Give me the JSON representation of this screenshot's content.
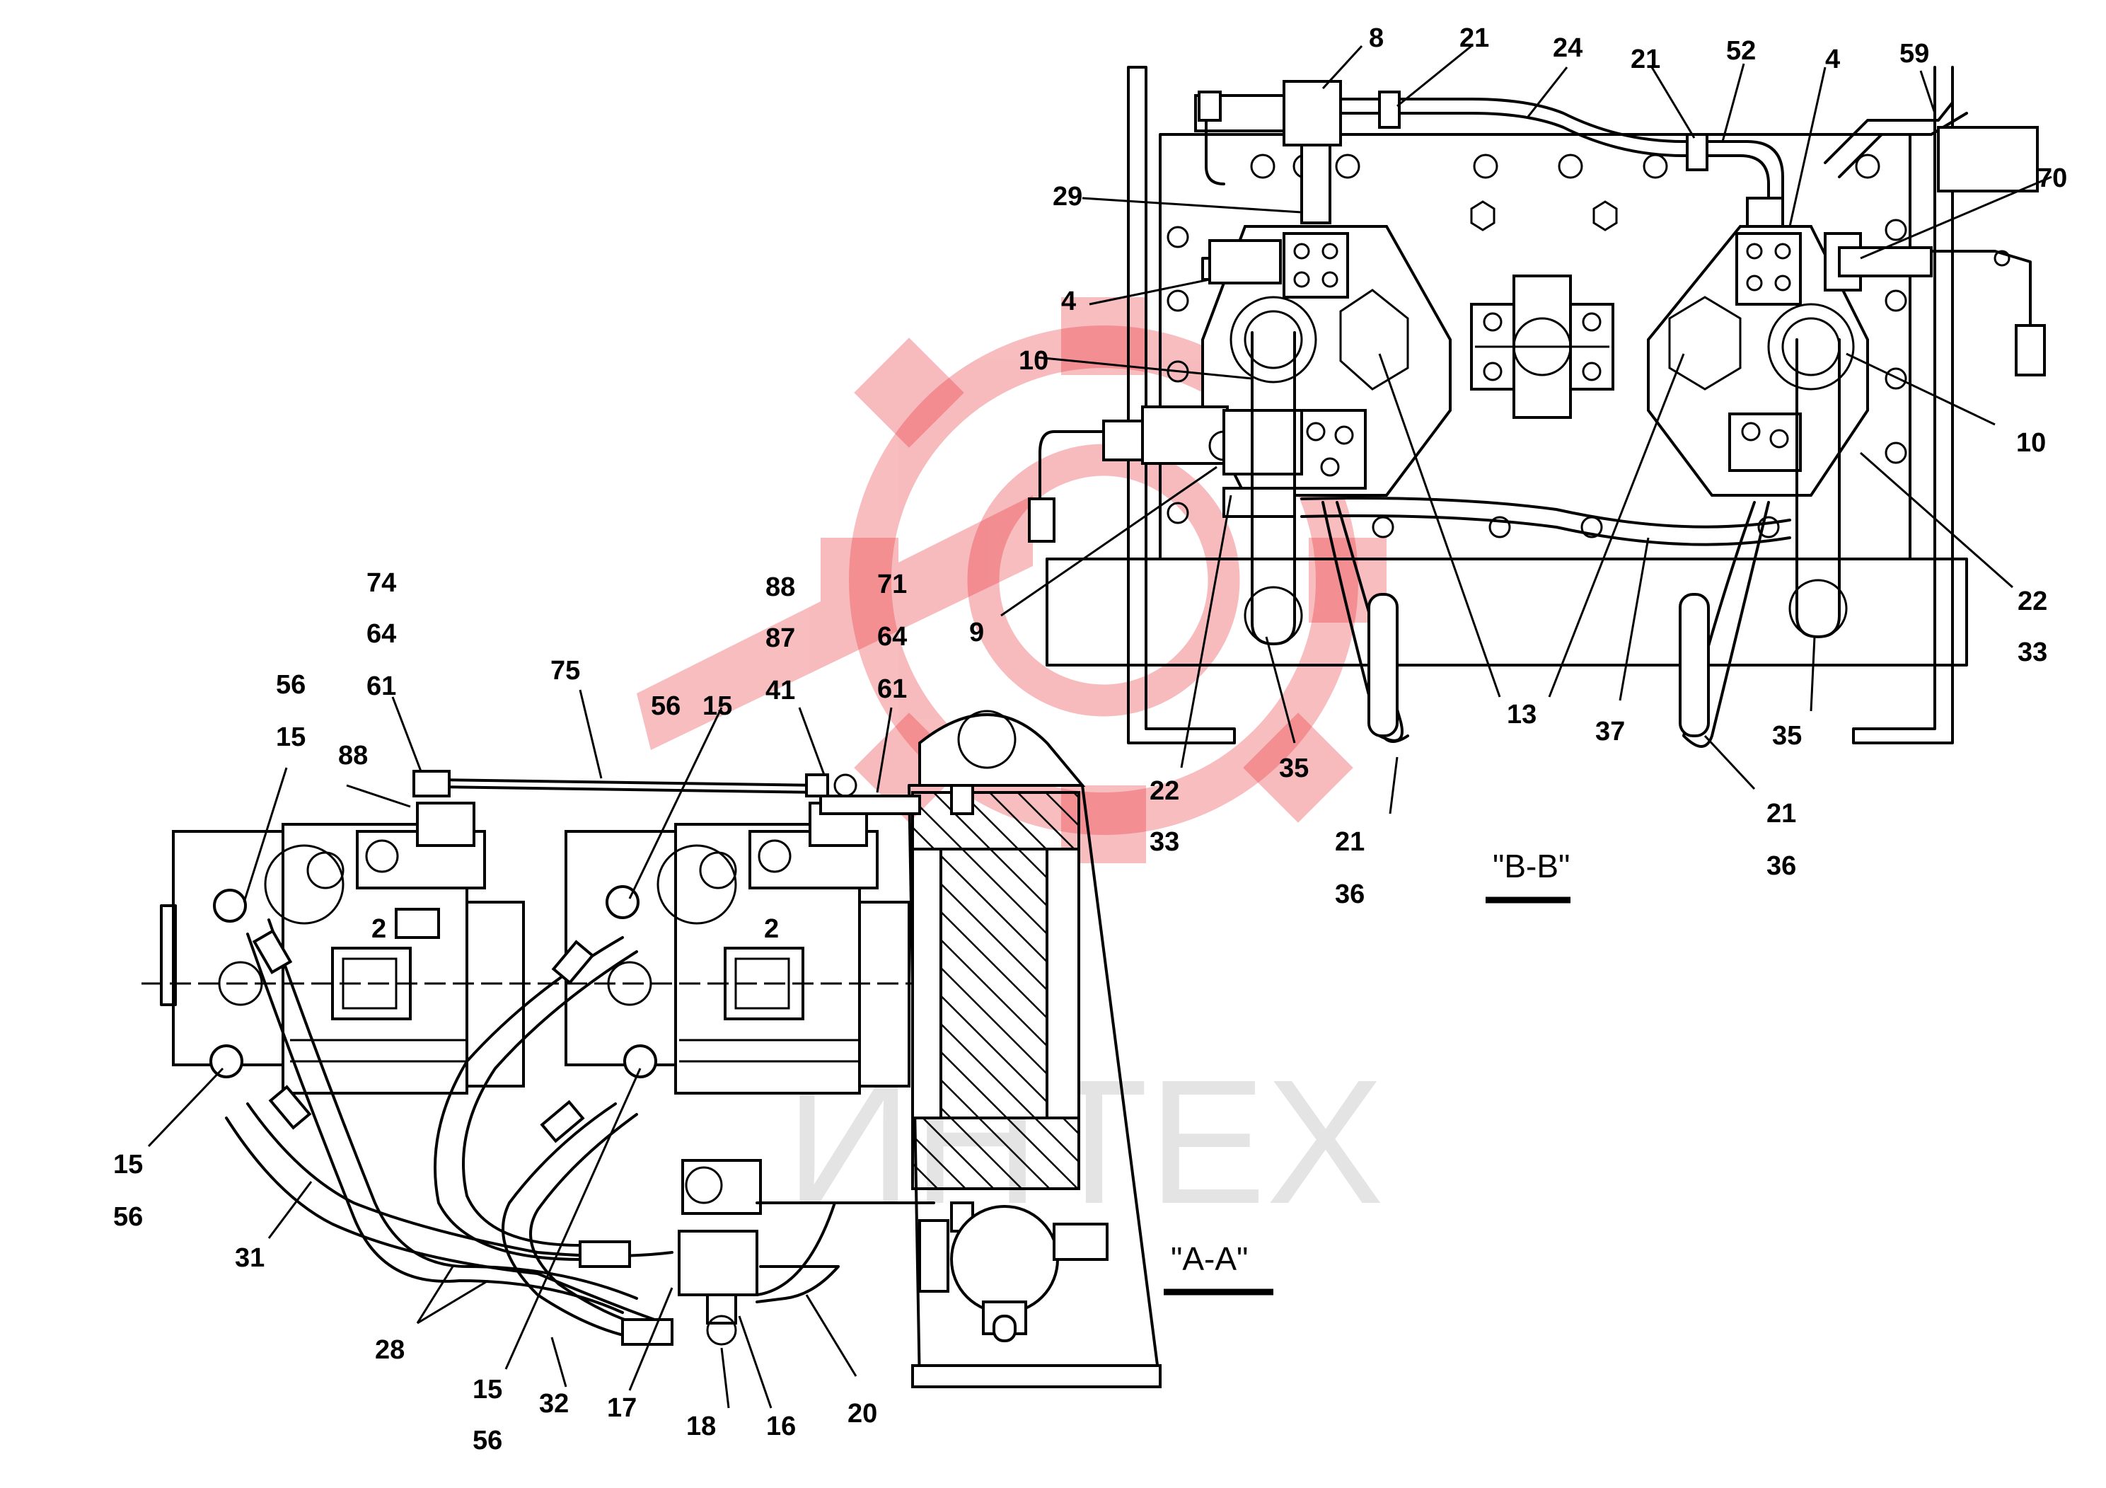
{
  "section_labels": {
    "a": "\"A-A\"",
    "b": "\"B-B\""
  },
  "watermark": {
    "text": "ИНТЕХ",
    "logo_color": "#e8232a",
    "text_color": "#bdbdbd"
  },
  "pump_marks": {
    "left": "2",
    "right": "2"
  },
  "callouts": {
    "bb_8": "8",
    "bb_21a": "21",
    "bb_24": "24",
    "bb_21b": "21",
    "bb_52": "52",
    "bb_4a": "4",
    "bb_59": "59",
    "bb_29": "29",
    "bb_70": "70",
    "bb_4b": "4",
    "bb_10a": "10",
    "bb_10b": "10",
    "bb_9": "9",
    "bb_22a": "22",
    "bb_33a": "33",
    "bb_22b": "22",
    "bb_33b": "33",
    "bb_35a": "35",
    "bb_35b": "35",
    "bb_13": "13",
    "bb_37": "37",
    "bb_21c": "21",
    "bb_36a": "36",
    "bb_21d": "21",
    "bb_36b": "36",
    "aa_74": "74",
    "aa_64a": "64",
    "aa_61a": "61",
    "aa_56a": "56",
    "aa_15a": "15",
    "aa_88a": "88",
    "aa_75": "75",
    "aa_88b": "88",
    "aa_87": "87",
    "aa_41": "41",
    "aa_71": "71",
    "aa_64b": "64",
    "aa_61b": "61",
    "aa_56b": "56",
    "aa_15b": "15",
    "aa_15c": "15",
    "aa_56c": "56",
    "aa_31": "31",
    "aa_28": "28",
    "aa_15d": "15",
    "aa_56d": "56",
    "aa_32": "32",
    "aa_17": "17",
    "aa_18": "18",
    "aa_16": "16",
    "aa_20": "20"
  }
}
